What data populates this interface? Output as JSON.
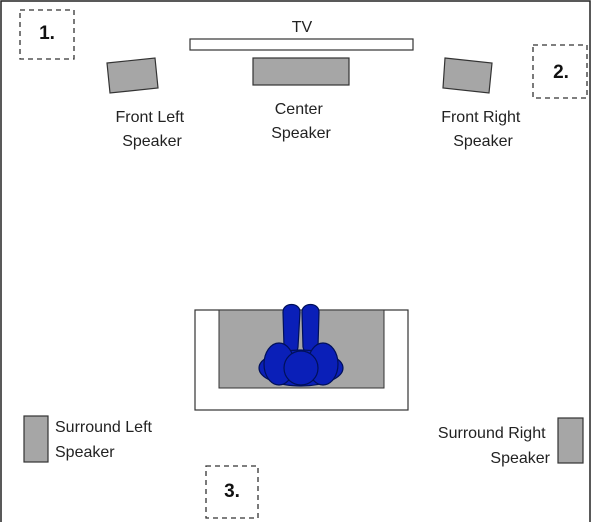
{
  "tv": {
    "label": "TV"
  },
  "speakers": {
    "front_left": [
      "Front Left",
      "Speaker"
    ],
    "center": [
      "Center",
      "Speaker"
    ],
    "front_right": [
      "Front Right",
      "Speaker"
    ],
    "surround_left": [
      "Surround Left",
      "Speaker"
    ],
    "surround_right": [
      "Surround Right",
      "Speaker"
    ]
  },
  "zones": [
    "1.",
    "2.",
    "3."
  ],
  "colors": {
    "speaker_fill": "#a6a6a6",
    "listener_fill": "#0a1fb8",
    "couch_fill": "#a6a6a6",
    "outline": "#333333"
  }
}
